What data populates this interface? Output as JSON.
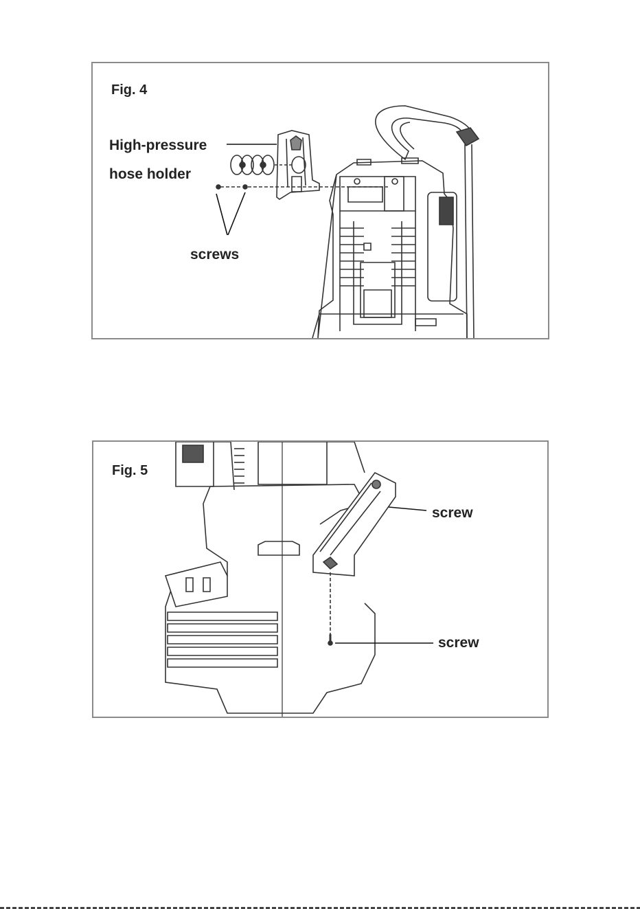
{
  "figures": [
    {
      "label": "Fig. 4",
      "callouts": {
        "hose_holder_line1": "High-pressure",
        "hose_holder_line2": "hose holder",
        "screws": "screws"
      }
    },
    {
      "label": "Fig. 5",
      "callouts": {
        "screw_upper": "screw",
        "screw_lower": "screw"
      }
    }
  ]
}
